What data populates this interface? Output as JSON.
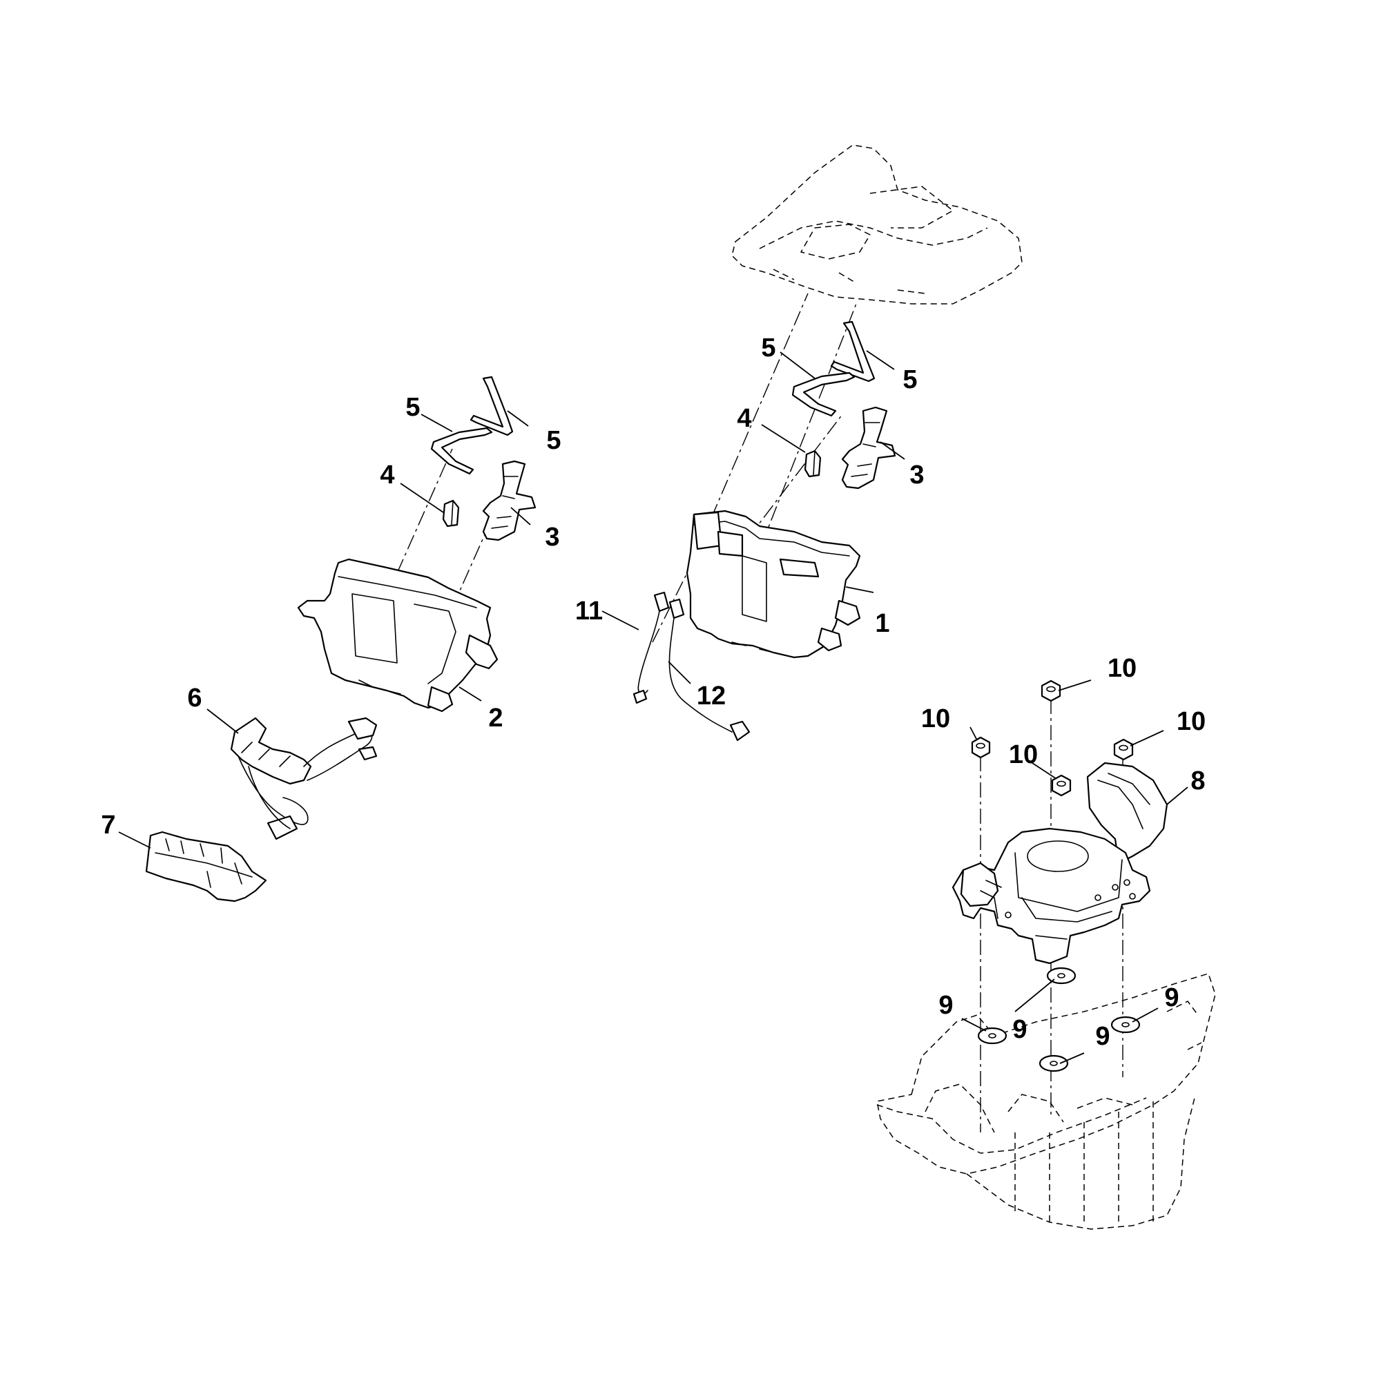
{
  "diagram": {
    "callouts": [
      {
        "id": "c1",
        "label": "1"
      },
      {
        "id": "c2",
        "label": "2"
      },
      {
        "id": "c3a",
        "label": "3"
      },
      {
        "id": "c3b",
        "label": "3"
      },
      {
        "id": "c4a",
        "label": "4"
      },
      {
        "id": "c4b",
        "label": "4"
      },
      {
        "id": "c5a",
        "label": "5"
      },
      {
        "id": "c5b",
        "label": "5"
      },
      {
        "id": "c5c",
        "label": "5"
      },
      {
        "id": "c5d",
        "label": "5"
      },
      {
        "id": "c6",
        "label": "6"
      },
      {
        "id": "c7",
        "label": "7"
      },
      {
        "id": "c8",
        "label": "8"
      },
      {
        "id": "c9a",
        "label": "9"
      },
      {
        "id": "c9b",
        "label": "9"
      },
      {
        "id": "c9c",
        "label": "9"
      },
      {
        "id": "c9d",
        "label": "9"
      },
      {
        "id": "c10a",
        "label": "10"
      },
      {
        "id": "c10b",
        "label": "10"
      },
      {
        "id": "c10c",
        "label": "10"
      },
      {
        "id": "c10d",
        "label": "10"
      },
      {
        "id": "c11",
        "label": "11"
      },
      {
        "id": "c12",
        "label": "12"
      }
    ]
  }
}
